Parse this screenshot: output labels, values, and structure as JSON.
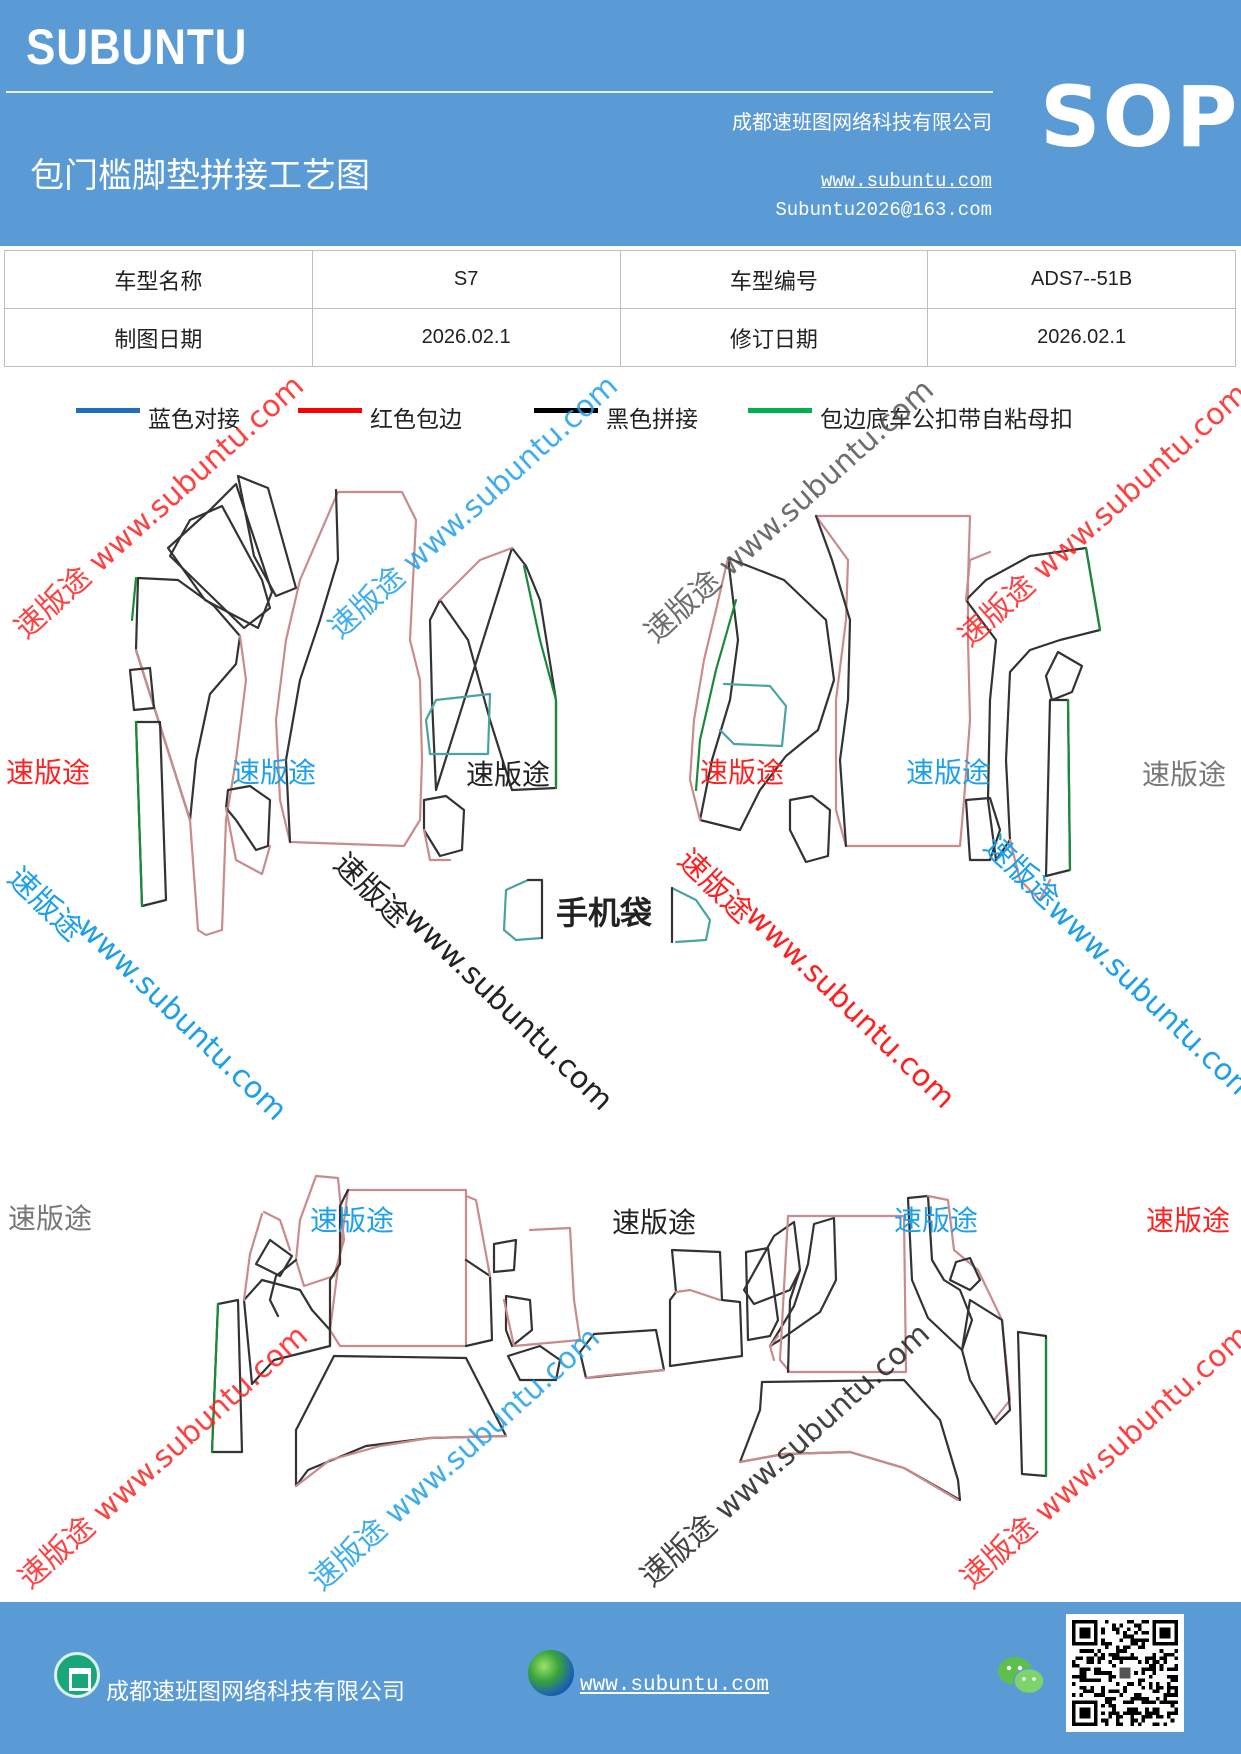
{
  "header": {
    "brand": "SUBUNTU",
    "company": "成都速班图网络科技有限公司",
    "title": "包门槛脚垫拼接工艺图",
    "website": "www.subuntu.com",
    "email": "Subuntu2026@163.com",
    "badge": "SOP"
  },
  "info_table": {
    "row1": [
      {
        "label": "车型名称",
        "value": "S7"
      },
      {
        "label": "车型编号",
        "value": "ADS7--51B"
      }
    ],
    "row2": [
      {
        "label": "制图日期",
        "value": "2026.02.1"
      },
      {
        "label": "修订日期",
        "value": "2026.02.1"
      }
    ]
  },
  "legend": [
    {
      "label": "蓝色对接",
      "color": "#1f6fbf"
    },
    {
      "label": "红色包边",
      "color": "#ff0000"
    },
    {
      "label": "黑色拼接",
      "color": "#000000"
    },
    {
      "label": "包边底车公扣带自粘母扣",
      "color": "#00b050"
    }
  ],
  "drawing": {
    "part_label": "手机袋",
    "watermark_brand": "速版途",
    "watermark_url": "www.subuntu.com",
    "watermark_combo": "速版途 www.subuntu.com",
    "colors": {
      "red_outline": "#c98b8b",
      "black_outline": "#333333",
      "green_edge": "#1a8a3a",
      "blue_edge": "#4aa3a3",
      "wm_red": "#ff2020",
      "wm_blue": "#1ea0e8",
      "wm_gray": "#777777",
      "wm_black": "#222222"
    }
  },
  "footer": {
    "company": "成都速班图网络科技有限公司",
    "website": "www.subuntu.com"
  }
}
